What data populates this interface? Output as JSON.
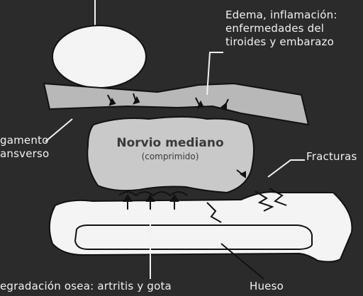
{
  "labels": {
    "edema_line1": "Edema, inflamación:",
    "edema_line2": "enfermedades del",
    "edema_line3": "tiroides y embarazo",
    "ligamento_line1": "gamento",
    "ligamento_line2": "ansverso",
    "fracturas": "Fracturas",
    "degradacion": "egradación osea: artritis y gota",
    "hueso": "Hueso"
  },
  "nerve": {
    "title": "Norvio mediano",
    "subtitle": "(comprimido)"
  },
  "colors": {
    "background": "#2b2b2b",
    "ligament": "#b8b8b8",
    "nerve": "#c9c9c9",
    "bone": "#f4f4f4",
    "outline": "#111111"
  }
}
